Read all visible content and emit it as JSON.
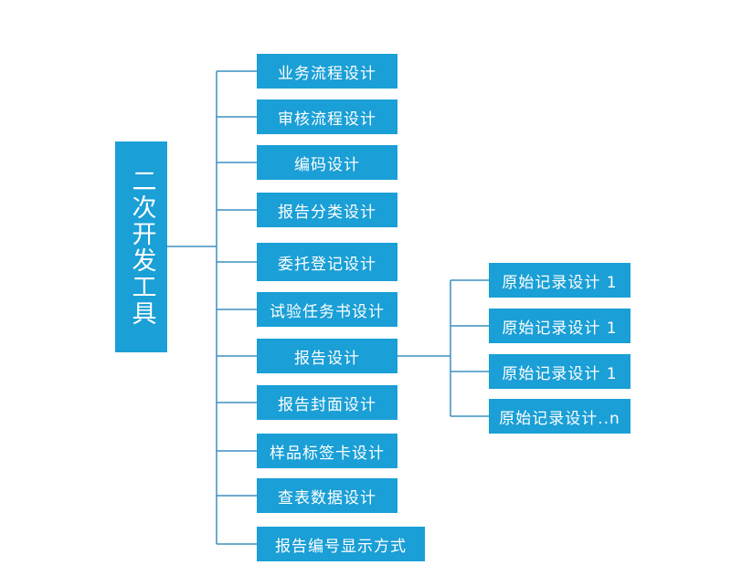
{
  "diagram": {
    "root": {
      "label": "二次开发工具"
    },
    "items": [
      {
        "label": "业务流程设计"
      },
      {
        "label": "审核流程设计"
      },
      {
        "label": "编码设计"
      },
      {
        "label": "报告分类设计"
      },
      {
        "label": "委托登记设计"
      },
      {
        "label": "试验任务书设计"
      },
      {
        "label": "报告设计"
      },
      {
        "label": "报告封面设计"
      },
      {
        "label": "样品标签卡设计"
      },
      {
        "label": "查表数据设计"
      },
      {
        "label": "报告编号显示方式"
      }
    ],
    "sub_items": [
      {
        "label": "原始记录设计 1"
      },
      {
        "label": "原始记录设计 1"
      },
      {
        "label": "原始记录设计 1"
      },
      {
        "label": "原始记录设计..n"
      }
    ],
    "colors": {
      "node_fill": "#1a9fd6",
      "connector": "#3d8fc0",
      "text": "#ffffff"
    }
  }
}
